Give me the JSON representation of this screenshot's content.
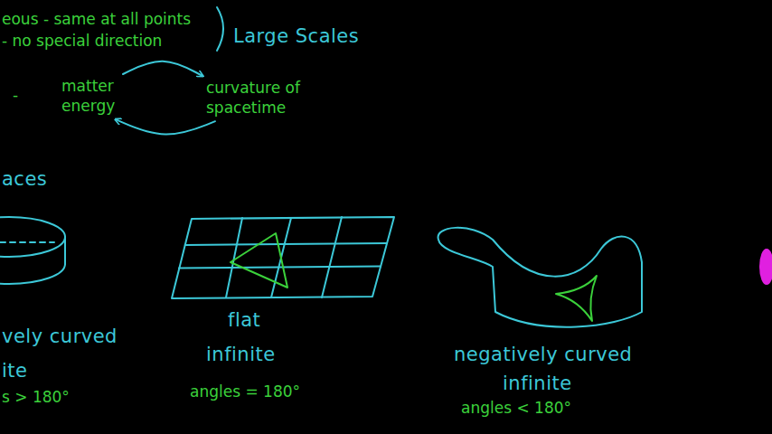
{
  "diagram": {
    "nodes": [
      {
        "text": [
          "matter energy"
        ]
      },
      {
        "text": [
          "curvature of spacetime"
        ]
      }
    ],
    "edges": [
      {
        "from": 0,
        "to": 1,
        "arrow": "to"
      },
      {
        "from": 1,
        "to": 0,
        "arrow": "to"
      }
    ],
    "labels": [
      "eous - same at all points",
      "- no special direction",
      "Large Scales",
      "-",
      "aces",
      "vely curved",
      "ite",
      "s > 180°",
      "flat",
      "infinite",
      "angles = 180°",
      "negatively curved",
      "infinite",
      "angles < 180°"
    ]
  }
}
